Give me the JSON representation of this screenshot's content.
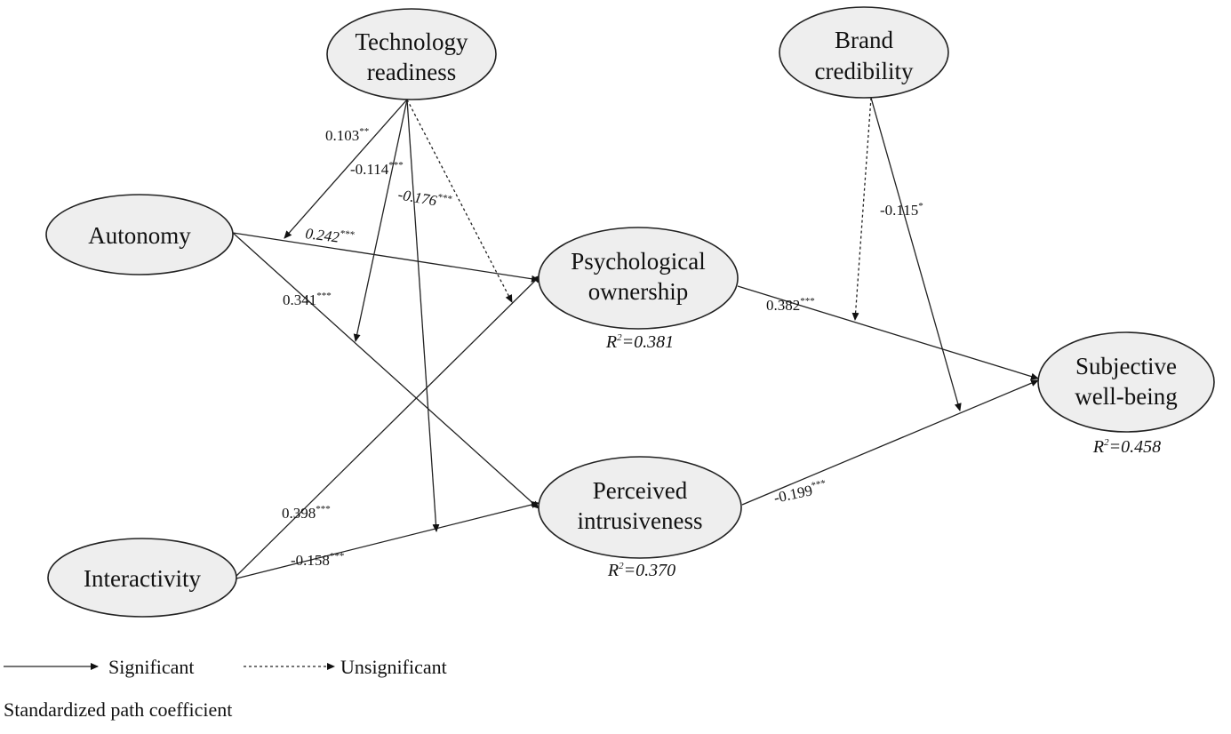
{
  "nodes": {
    "technology_readiness": [
      "Technology",
      "readiness"
    ],
    "brand_credibility": [
      "Brand",
      "credibility"
    ],
    "autonomy": [
      "Autonomy"
    ],
    "interactivity": [
      "Interactivity"
    ],
    "psychological_ownership": [
      "Psychological",
      "ownership"
    ],
    "perceived_intrusiveness": [
      "Perceived",
      "intrusiveness"
    ],
    "subjective_well_being": [
      "Subjective",
      "well-being"
    ]
  },
  "r_squared": {
    "psychological_ownership": {
      "label": "R",
      "sup": "2",
      "value": "=0.381"
    },
    "perceived_intrusiveness": {
      "label": "R",
      "sup": "2",
      "value": "=0.370"
    },
    "subjective_well_being": {
      "label": "R",
      "sup": "2",
      "value": "=0.458"
    }
  },
  "coefficients": {
    "tr_autonomy_po": {
      "value": "0.103",
      "sig": "**"
    },
    "tr_autonomy_pi": {
      "value": "-0.114",
      "sig": "***"
    },
    "tr_interactivity_po": {
      "value": "-0.176",
      "sig": "***"
    },
    "autonomy_po": {
      "value": "0.242",
      "sig": "***"
    },
    "autonomy_pi": {
      "value": "0.341",
      "sig": "***"
    },
    "interactivity_po": {
      "value": "0.398",
      "sig": "***"
    },
    "interactivity_pi": {
      "value": "-0.158",
      "sig": "***"
    },
    "po_swb": {
      "value": "0.382",
      "sig": "***"
    },
    "pi_swb": {
      "value": "-0.199",
      "sig": "***"
    },
    "bc_pi_swb": {
      "value": "-0.115",
      "sig": "*"
    }
  },
  "legend": {
    "significant": "Significant",
    "unsignificant": "Unsignificant",
    "note": "Standardized path coefficient"
  }
}
